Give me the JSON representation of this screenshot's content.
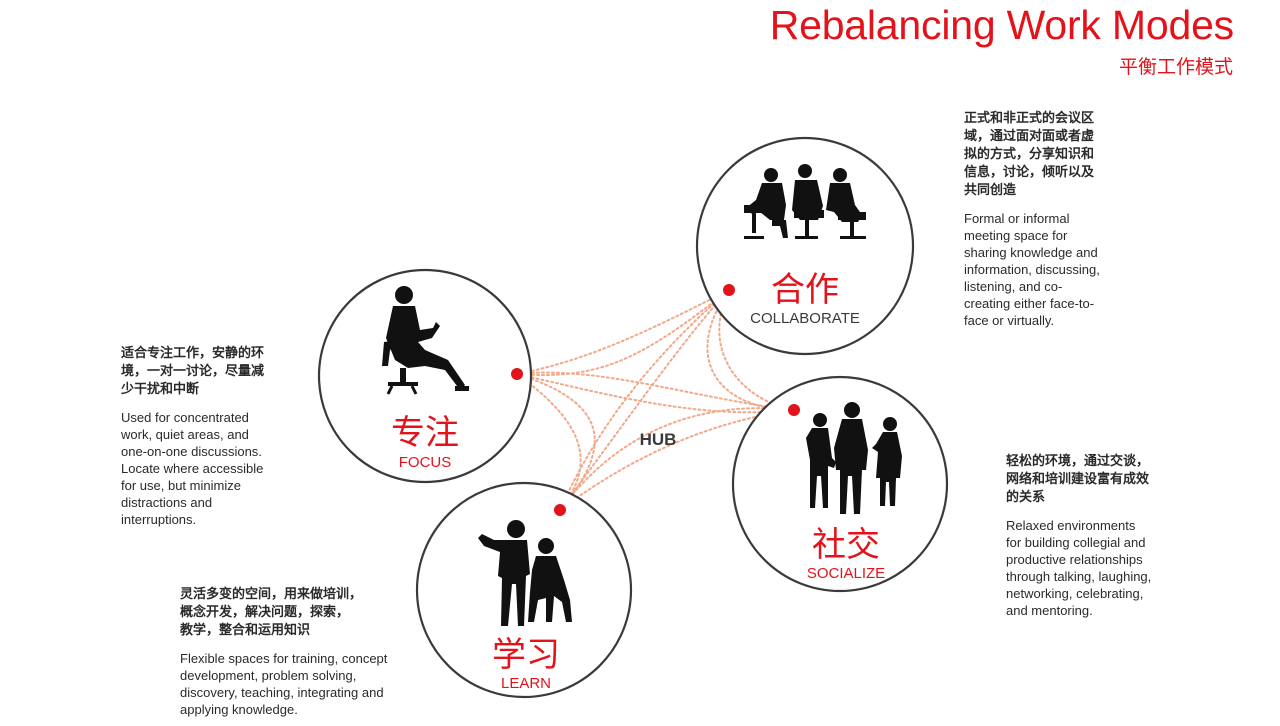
{
  "title": "Rebalancing Work Modes",
  "subtitle": "平衡工作模式",
  "hub_label": "HUB",
  "colors": {
    "accent": "#e3131b",
    "stroke": "#3a3a3a",
    "silhouette": "#111111",
    "dotted": "#f2a98a"
  },
  "modes": {
    "collaborate": {
      "zh": "合作",
      "en": "COLLABORATE",
      "desc_zh": "正式和非正式的会议区\n域，通过面对面或者虚\n拟的方式，分享知识和\n信息，讨论，倾听以及\n共同创造",
      "desc_en": "Formal or informal\nmeeting space for\nsharing knowledge and\ninformation, discussing,\nlistening, and co-\ncreating either face-to-\nface or virtually."
    },
    "focus": {
      "zh": "专注",
      "en": "FOCUS",
      "desc_zh": "适合专注工作，安静的环\n境，一对一讨论，尽量减\n少干扰和中断",
      "desc_en": "Used for concentrated\nwork, quiet areas, and\none-on-one discussions.\nLocate where accessible\nfor use, but minimize\ndistractions and\ninterruptions."
    },
    "socialize": {
      "zh": "社交",
      "en": "SOCIALIZE",
      "desc_zh": "轻松的环境，通过交谈，\n网络和培训建设富有成效\n的关系",
      "desc_en": "Relaxed environments\nfor building collegial and\nproductive relationships\nthrough talking, laughing,\nnetworking, celebrating,\nand mentoring."
    },
    "learn": {
      "zh": "学习",
      "en": "LEARN",
      "desc_zh": "灵活多变的空间，用来做培训，\n概念开发，解决问题，探索，\n教学，整合和运用知识",
      "desc_en": "Flexible spaces for training, concept\ndevelopment, problem solving,\ndiscovery, teaching, integrating and\napplying knowledge."
    }
  }
}
